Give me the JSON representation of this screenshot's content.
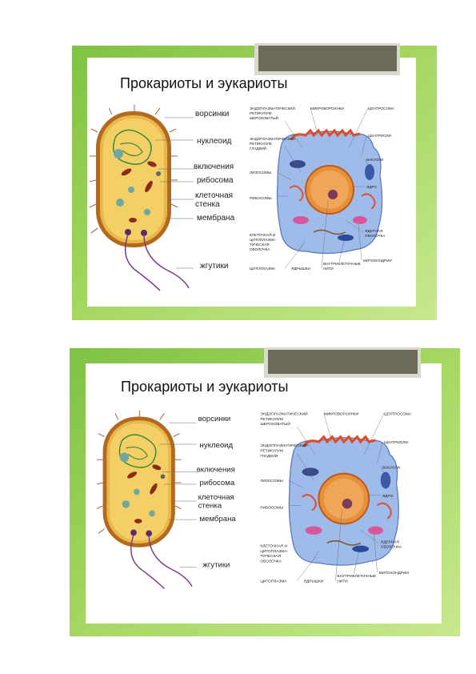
{
  "colors": {
    "green_frame": "#98cf52",
    "green_frame_light": "#c3e48c",
    "tab_fill": "#6c6a58",
    "tab_border": "#c8c8b8",
    "cell_wall": "#b36a1f",
    "cytoplasm": "#e8b94a",
    "euk_cell": "#9fbbea",
    "nucleus": "#e6913a"
  },
  "slides": [
    {
      "title": "Прокариоты и эукариоты",
      "prokaryote_labels": [
        "ворсинки",
        "нуклеоид",
        "включения",
        "рибосома",
        "клеточная",
        "стенка",
        "мембрана",
        "жгутики"
      ],
      "eukaryote_labels_left": [
        "ЭНДОПЛАЗМАТИЧЕСКИЙ",
        "РЕТИКУЛУМ",
        "ШЕРОХОВАТЫЙ",
        "ЭНДОПЛАЗМАТИЧЕСКИЙ",
        "РЕТИКУЛУМ",
        "ГЛАДКИЙ",
        "ЛИЗОСОМЫ",
        "РИБОСОМЫ",
        "КЛЕТОЧНАЯ И",
        "ЦИТОПЛАЗМА-",
        "ТИЧЕСКАЯ",
        "ОБОЛОЧКА",
        "ЦИТОПЛАЗМА"
      ],
      "eukaryote_labels_top": [
        "МИКРОВОРСИНКИ",
        "ЦЕНТРОСОМА"
      ],
      "eukaryote_labels_right": [
        "ЦЕНТРИОЛИ",
        "ВАКУОЛИ",
        "ЯДРО",
        "ЯДЕРНАЯ",
        "ОБОЛОЧКА",
        "МИТОХОНДРИИ"
      ],
      "eukaryote_labels_bottom": [
        "ЯДРЫШКИ",
        "ВНУТРИКЛЕТОЧНЫЕ",
        "НИТИ"
      ]
    },
    {
      "title": "Прокариоты и эукариоты",
      "prokaryote_labels": [
        "ворсинки",
        "нуклеоид",
        "включения",
        "рибосома",
        "клеточная",
        "стенка",
        "мембрана",
        "жгутики"
      ],
      "eukaryote_labels_left": [
        "ЭНДОПЛАЗМАТИЧЕСКИЙ",
        "РЕТИКУЛУМ",
        "ШЕРОХОВАТЫЙ",
        "ЭНДОПЛАЗМАТИЧЕСКИЙ",
        "РЕТИКУЛУМ",
        "ГЛАДКИЙ",
        "ЛИЗОСОМЫ",
        "РИБОСОМЫ",
        "КЛЕТОЧНАЯ И",
        "ЦИТОПЛАЗМА-",
        "ТИЧЕСКАЯ",
        "ОБОЛОЧКА",
        "ЦИТОПЛАЗМА"
      ],
      "eukaryote_labels_top": [
        "МИКРОВОРСИНКИ",
        "ЦЕНТРОСОМА"
      ],
      "eukaryote_labels_right": [
        "ЦЕНТРИОЛИ",
        "ВАКУОЛИ",
        "ЯДРО",
        "ЯДЕРНАЯ",
        "ОБОЛОЧКА",
        "МИТОХОНДРИИ"
      ],
      "eukaryote_labels_bottom": [
        "ЯДРЫШКИ",
        "ВНУТРИКЛЕТОЧНЫЕ",
        "НИТИ"
      ]
    }
  ]
}
